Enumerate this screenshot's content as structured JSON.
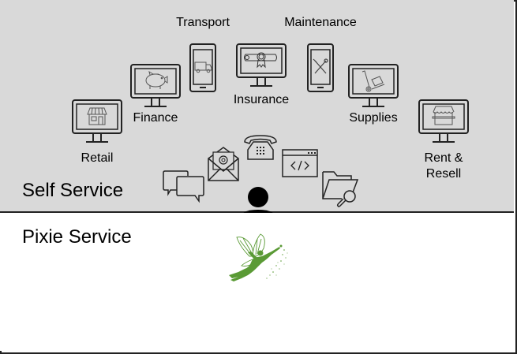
{
  "sections": {
    "self_service": {
      "title": "Self Service",
      "background": "#d9d9d9"
    },
    "pixie_service": {
      "title": "Pixie Service",
      "background": "#ffffff",
      "accent": "#5a9a35"
    }
  },
  "channels": [
    {
      "label": "Retail",
      "device": "monitor",
      "icon": "storefront-icon"
    },
    {
      "label": "Finance",
      "device": "monitor",
      "icon": "piggy-bank-icon"
    },
    {
      "label": "Transport",
      "device": "phone",
      "icon": "truck-icon"
    },
    {
      "label": "Insurance",
      "device": "monitor",
      "icon": "certificate-icon"
    },
    {
      "label": "Maintenance",
      "device": "phone",
      "icon": "tools-icon"
    },
    {
      "label": "Supplies",
      "device": "monitor",
      "icon": "hand-truck-icon"
    },
    {
      "label": "Rent &\nResell",
      "label_line1": "Rent &",
      "label_line2": "Resell",
      "device": "monitor",
      "icon": "market-stall-icon"
    }
  ],
  "contact_icons": [
    "chat-bubbles-icon",
    "email-icon",
    "telephone-icon",
    "code-window-icon",
    "folder-search-icon"
  ],
  "user_icon": "person-icon",
  "mascot": "fairy-icon"
}
